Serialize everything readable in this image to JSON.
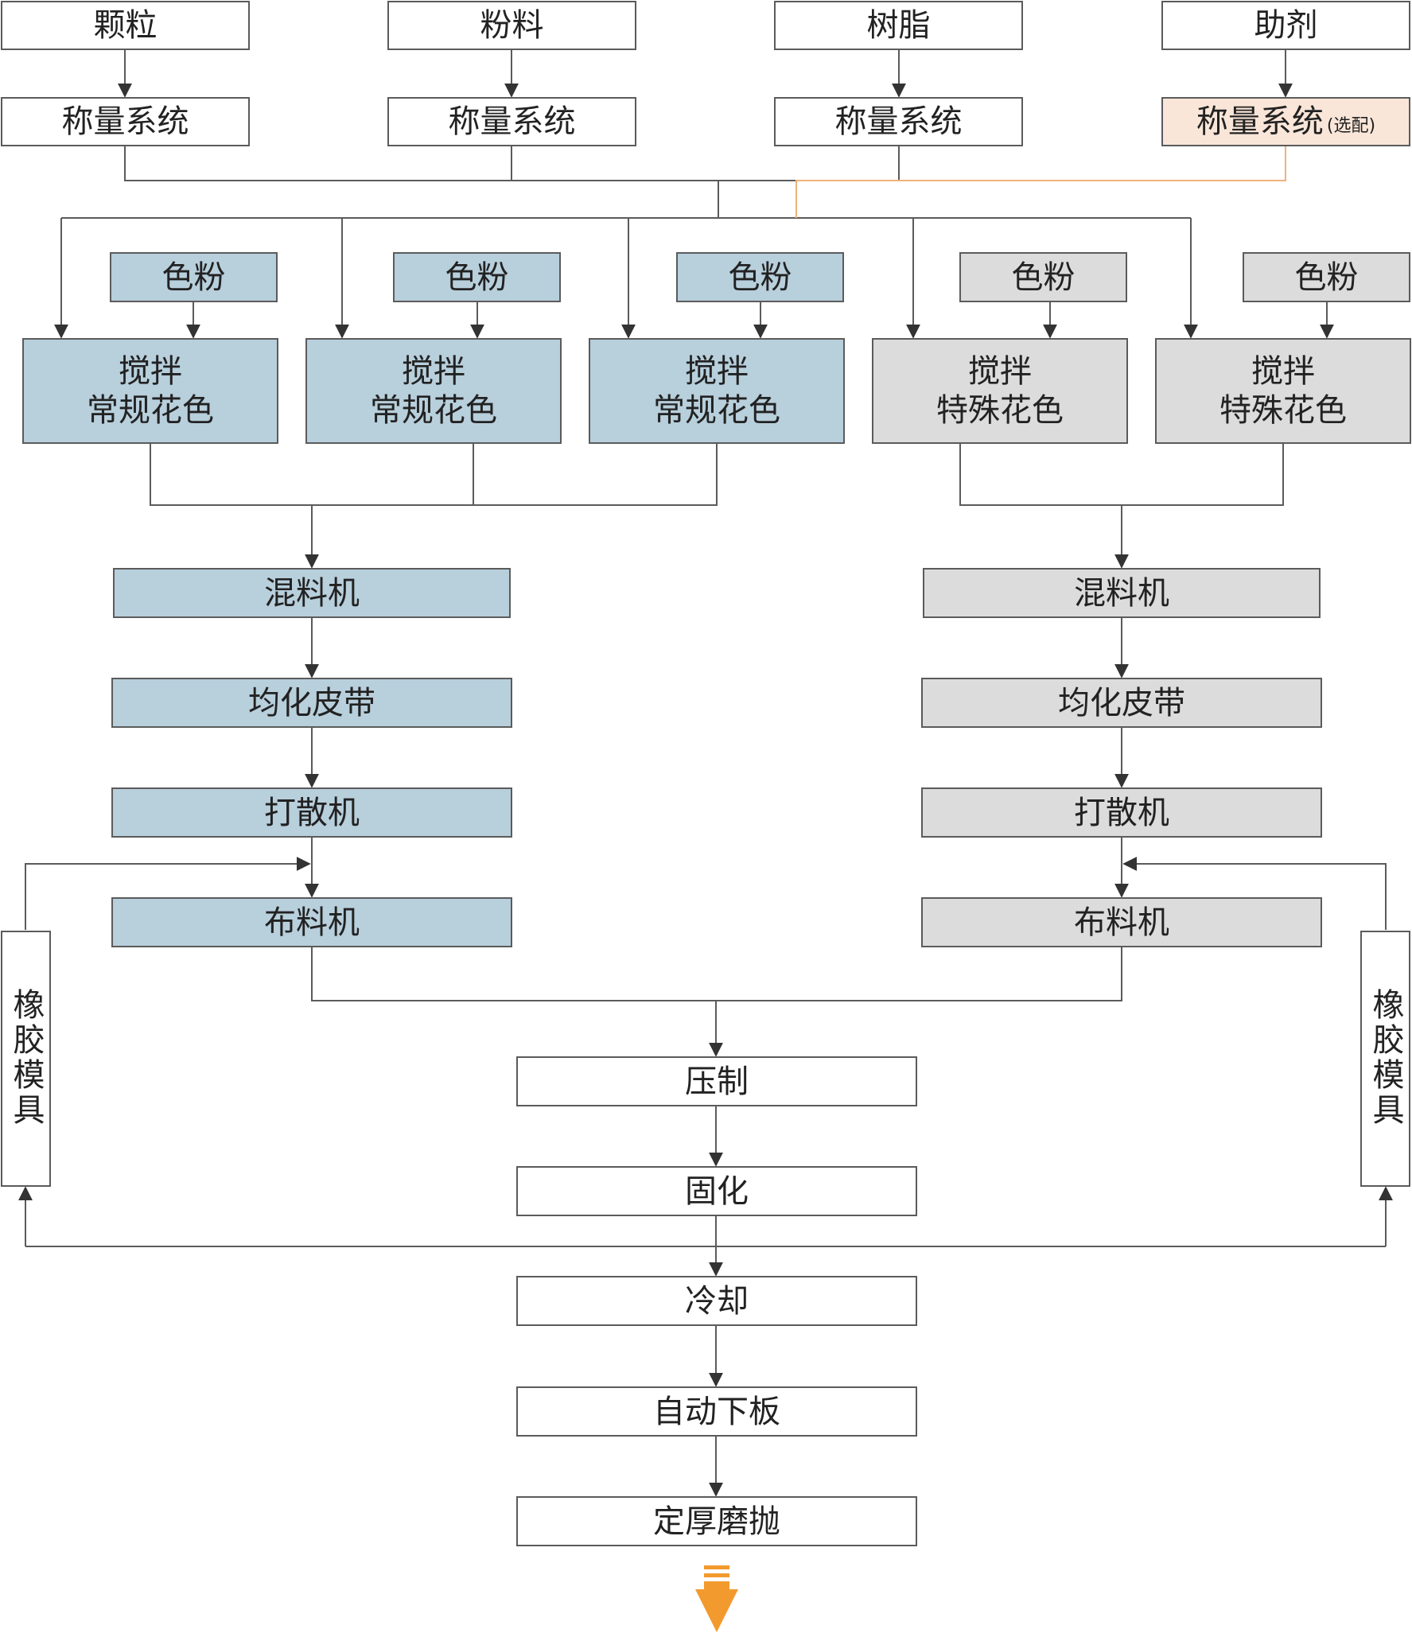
{
  "inputs": [
    "颗粒",
    "粉料",
    "树脂",
    "助剂"
  ],
  "weighing": "称量系统",
  "weighing_optional_note": "(选配)",
  "pigment": "色粉",
  "mix_line1": "搅拌",
  "mix_regular": "常规花色",
  "mix_special": "特殊花色",
  "line_steps": [
    "混料机",
    "均化皮带",
    "打散机",
    "布料机"
  ],
  "mold": "橡胶模具",
  "final_steps": [
    "压制",
    "固化",
    "冷却",
    "自动下板",
    "定厚磨抛"
  ],
  "colors": {
    "line": "#5b5b5b",
    "blue_fill": "#b8cfdc",
    "grey_fill": "#dcdcdc",
    "optional_fill": "#fae6d9",
    "optional_line": "#f0b27a",
    "output_arrow": "#f29a2e"
  }
}
